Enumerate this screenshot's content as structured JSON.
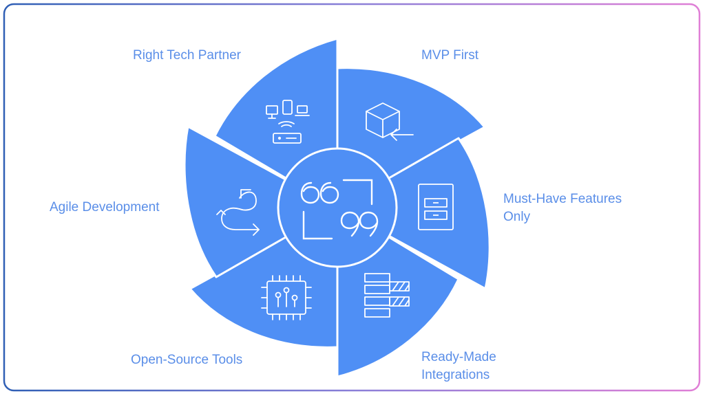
{
  "labels": {
    "right_tech_partner": "Right Tech Partner",
    "mvp_first": "MVP First",
    "must_have_line1": "Must-Have Features",
    "must_have_line2": "Only",
    "ready_made_line1": "Ready-Made",
    "ready_made_line2": "Integrations",
    "open_source_tools": "Open-Source Tools",
    "agile_development": "Agile Development"
  },
  "icons": {
    "center": "quote-marks-icon",
    "right_tech_partner": "devices-network-icon",
    "mvp_first": "cube-arrow-icon",
    "must_have": "filing-cabinet-icon",
    "ready_made": "stacked-bars-icon",
    "open_source": "circuit-chip-icon",
    "agile": "cycle-arrow-icon"
  },
  "colors": {
    "segment": "#4f8ff5",
    "center_fill": "#4f8ff5",
    "outline": "#ffffff",
    "label_text": "#5a8ee8",
    "frame_left": "#2f5fb5",
    "frame_right": "#e07fd6"
  }
}
